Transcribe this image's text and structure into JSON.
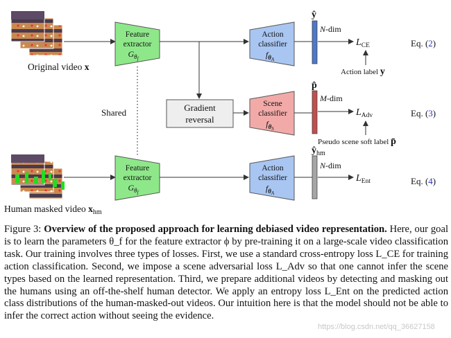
{
  "figure": {
    "inputs": {
      "original_label": "Original video",
      "original_symbol": "x",
      "masked_label": "Human masked video",
      "masked_symbol": "x",
      "masked_sub": "hm"
    },
    "shared_label": "Shared",
    "feature_extractor": {
      "line1": "Feature",
      "line2": "extractor",
      "sym": "G",
      "sub": "θ",
      "subsub": "f"
    },
    "action_classifier": {
      "line1": "Action",
      "line2": "classifier",
      "sym": "f",
      "sub": "θ",
      "subsub": "A"
    },
    "scene_classifier": {
      "line1": "Scene",
      "line2": "classifier",
      "sym": "f",
      "sub": "θ",
      "subsub": "S"
    },
    "gradient_reversal": {
      "line1": "Gradient",
      "line2": "reversal"
    },
    "outputs": {
      "y_hat": "ŷ",
      "p_hat": "p̂",
      "y_hm": "ŷ",
      "y_hm_sub": "hm",
      "n_dim_1": "-dim",
      "n_var": "N",
      "m_dim": "-dim",
      "m_var": "M",
      "n_dim_2": "-dim"
    },
    "losses": {
      "ce": "L",
      "ce_sub": "CE",
      "adv": "L",
      "adv_sub": "Adv",
      "ent": "L",
      "ent_sub": "Ent"
    },
    "aux_labels": {
      "action_label": "Action label",
      "action_label_sym": "y",
      "pseudo_label": "Pseudo scene soft label",
      "pseudo_label_sym": "p̄"
    },
    "equations": {
      "eq_prefix": "Eq. (",
      "eq_suffix": ")",
      "eq1": "2",
      "eq2": "3",
      "eq3": "4"
    },
    "colors": {
      "extractor_fill": "#8ee88a",
      "classifier_fill": "#a9c6f2",
      "scene_fill": "#f2aaa8",
      "reversal_fill": "#eeeeee",
      "vec_y": "#4e79c8",
      "vec_p": "#c0504d",
      "vec_hm": "#a6a6a6",
      "eq_num": "#2233cc"
    }
  },
  "caption": {
    "fig_label": "Figure 3:",
    "title": "Overview of the proposed approach for learning debiased video representation.",
    "body": " Here, our goal is to learn the parameters θ_f for the feature extractor ϕ by pre-training it on a large-scale video classification task. Our training involves three types of losses. First, we use a standard cross-entropy loss L_CE for training action classification. Second, we impose a scene adversarial loss L_Adv so that one cannot infer the scene types based on the learned representation. Third, we prepare additional videos by detecting and masking out the humans using an off-the-shelf human detector. We apply an entropy loss L_Ent on the predicted action class distributions of the human-masked-out videos. Our intuition here is that the model should not be able to infer the correct action without seeing the evidence."
  },
  "watermark": "https://blog.csdn.net/qq_36627158"
}
